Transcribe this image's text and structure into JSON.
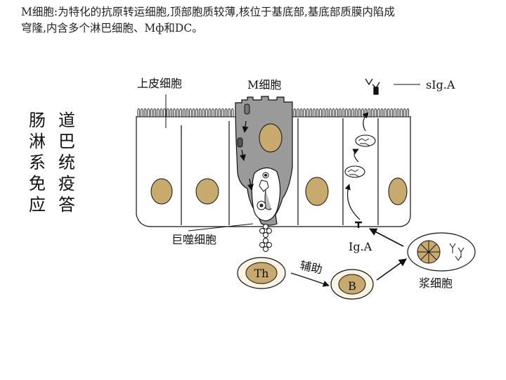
{
  "intro": {
    "line1": "M细胞:为特化的抗原转运细胞,顶部胞质较薄,核位于基底部,基底部质膜内陷成",
    "line2": "穹隆,内含多个淋巴细胞、Mф和DC。"
  },
  "side_title": {
    "col1": [
      "肠",
      "淋",
      "系",
      "免",
      "应"
    ],
    "col2": [
      "道",
      "巴",
      "统",
      "疫",
      "答"
    ]
  },
  "labels": {
    "epithelial": "上皮细胞",
    "m_cell": "M细胞",
    "siga": "sIg.A",
    "macrophage": "巨噬细胞",
    "th": "Th",
    "help": "辅助",
    "iga": "Ig.A",
    "b": "B",
    "plasma": "浆细胞"
  },
  "colors": {
    "nucleus": "#c9aa6e",
    "mcell": "#9a9a9a",
    "lymph_fill": "#fbf3e3"
  }
}
